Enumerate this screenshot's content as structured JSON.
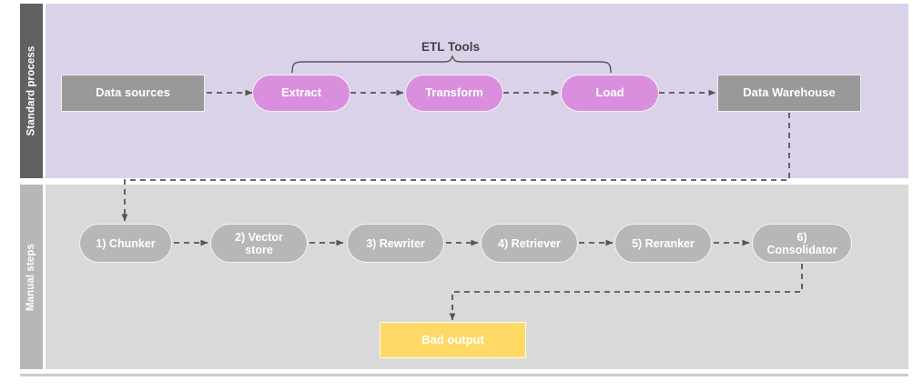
{
  "diagram": {
    "title_label": "ETL Tools",
    "lanes": [
      {
        "id": "standard-process",
        "label": "Standard process"
      },
      {
        "id": "manual-steps",
        "label": "Manual steps"
      }
    ],
    "colors": {
      "lane_top_header": "#616161",
      "lane_top_body": "#d9d2e9",
      "lane_bottom_header": "#b7b7b7",
      "lane_bottom_body": "#d9d9d9",
      "node_gray": "#999999",
      "node_purple": "#d98fdd",
      "node_pill_gray": "#b7b7b7",
      "node_yellow": "#ffd966",
      "connector": "#555555",
      "text_dark": "#434343",
      "text_light": "#ffffff"
    },
    "standard_process_nodes": [
      {
        "id": "data-sources",
        "label": "Data sources",
        "shape": "rect",
        "fill": "gray"
      },
      {
        "id": "extract",
        "label": "Extract",
        "shape": "pill",
        "fill": "purple"
      },
      {
        "id": "transform",
        "label": "Transform",
        "shape": "pill",
        "fill": "purple"
      },
      {
        "id": "load",
        "label": "Load",
        "shape": "pill",
        "fill": "purple"
      },
      {
        "id": "data-warehouse",
        "label": "Data Warehouse",
        "shape": "rect",
        "fill": "gray"
      }
    ],
    "manual_steps_nodes": [
      {
        "id": "chunker",
        "label": "1) Chunker",
        "shape": "pill",
        "fill": "pill-gray"
      },
      {
        "id": "vector-store",
        "label": "2) Vector store",
        "shape": "pill",
        "fill": "pill-gray"
      },
      {
        "id": "rewriter",
        "label": "3) Rewriter",
        "shape": "pill",
        "fill": "pill-gray"
      },
      {
        "id": "retriever",
        "label": "4) Retriever",
        "shape": "pill",
        "fill": "pill-gray"
      },
      {
        "id": "reranker",
        "label": "5) Reranker",
        "shape": "pill",
        "fill": "pill-gray"
      },
      {
        "id": "consolidator",
        "label": "6) Consolidator",
        "shape": "pill",
        "fill": "pill-gray"
      }
    ],
    "output_node": {
      "id": "bad-output",
      "label": "Bad output",
      "shape": "rect",
      "fill": "yellow"
    }
  }
}
